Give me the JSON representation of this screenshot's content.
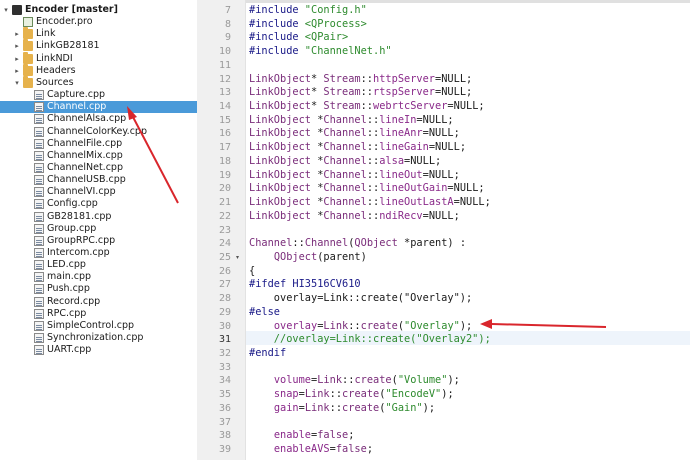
{
  "project_tree": {
    "items": [
      {
        "label": "Encoder [master]",
        "depth": 0,
        "arrow": "▾",
        "icon": "project-icon",
        "bold": true,
        "selected": false
      },
      {
        "label": "Encoder.pro",
        "depth": 1,
        "arrow": "",
        "icon": "pro-file-icon",
        "bold": false,
        "selected": false
      },
      {
        "label": "Link",
        "depth": 1,
        "arrow": "▸",
        "icon": "folder-icon",
        "bold": false,
        "selected": false
      },
      {
        "label": "LinkGB28181",
        "depth": 1,
        "arrow": "▸",
        "icon": "folder-icon",
        "bold": false,
        "selected": false
      },
      {
        "label": "LinkNDI",
        "depth": 1,
        "arrow": "▸",
        "icon": "folder-icon",
        "bold": false,
        "selected": false
      },
      {
        "label": "Headers",
        "depth": 1,
        "arrow": "▸",
        "icon": "folder-icon",
        "bold": false,
        "selected": false
      },
      {
        "label": "Sources",
        "depth": 1,
        "arrow": "▾",
        "icon": "folder-icon",
        "bold": false,
        "selected": false
      },
      {
        "label": "Capture.cpp",
        "depth": 2,
        "arrow": "",
        "icon": "cpp-file-icon",
        "bold": false,
        "selected": false
      },
      {
        "label": "Channel.cpp",
        "depth": 2,
        "arrow": "",
        "icon": "cpp-file-icon",
        "bold": false,
        "selected": true
      },
      {
        "label": "ChannelAlsa.cpp",
        "depth": 2,
        "arrow": "",
        "icon": "cpp-file-icon",
        "bold": false,
        "selected": false
      },
      {
        "label": "ChannelColorKey.cpp",
        "depth": 2,
        "arrow": "",
        "icon": "cpp-file-icon",
        "bold": false,
        "selected": false
      },
      {
        "label": "ChannelFile.cpp",
        "depth": 2,
        "arrow": "",
        "icon": "cpp-file-icon",
        "bold": false,
        "selected": false
      },
      {
        "label": "ChannelMix.cpp",
        "depth": 2,
        "arrow": "",
        "icon": "cpp-file-icon",
        "bold": false,
        "selected": false
      },
      {
        "label": "ChannelNet.cpp",
        "depth": 2,
        "arrow": "",
        "icon": "cpp-file-icon",
        "bold": false,
        "selected": false
      },
      {
        "label": "ChannelUSB.cpp",
        "depth": 2,
        "arrow": "",
        "icon": "cpp-file-icon",
        "bold": false,
        "selected": false
      },
      {
        "label": "ChannelVI.cpp",
        "depth": 2,
        "arrow": "",
        "icon": "cpp-file-icon",
        "bold": false,
        "selected": false
      },
      {
        "label": "Config.cpp",
        "depth": 2,
        "arrow": "",
        "icon": "cpp-file-icon",
        "bold": false,
        "selected": false
      },
      {
        "label": "GB28181.cpp",
        "depth": 2,
        "arrow": "",
        "icon": "cpp-file-icon",
        "bold": false,
        "selected": false
      },
      {
        "label": "Group.cpp",
        "depth": 2,
        "arrow": "",
        "icon": "cpp-file-icon",
        "bold": false,
        "selected": false
      },
      {
        "label": "GroupRPC.cpp",
        "depth": 2,
        "arrow": "",
        "icon": "cpp-file-icon",
        "bold": false,
        "selected": false
      },
      {
        "label": "Intercom.cpp",
        "depth": 2,
        "arrow": "",
        "icon": "cpp-file-icon",
        "bold": false,
        "selected": false
      },
      {
        "label": "LED.cpp",
        "depth": 2,
        "arrow": "",
        "icon": "cpp-file-icon",
        "bold": false,
        "selected": false
      },
      {
        "label": "main.cpp",
        "depth": 2,
        "arrow": "",
        "icon": "cpp-file-icon",
        "bold": false,
        "selected": false
      },
      {
        "label": "Push.cpp",
        "depth": 2,
        "arrow": "",
        "icon": "cpp-file-icon",
        "bold": false,
        "selected": false
      },
      {
        "label": "Record.cpp",
        "depth": 2,
        "arrow": "",
        "icon": "cpp-file-icon",
        "bold": false,
        "selected": false
      },
      {
        "label": "RPC.cpp",
        "depth": 2,
        "arrow": "",
        "icon": "cpp-file-icon",
        "bold": false,
        "selected": false
      },
      {
        "label": "SimpleControl.cpp",
        "depth": 2,
        "arrow": "",
        "icon": "cpp-file-icon",
        "bold": false,
        "selected": false
      },
      {
        "label": "Synchronization.cpp",
        "depth": 2,
        "arrow": "",
        "icon": "cpp-file-icon",
        "bold": false,
        "selected": false
      },
      {
        "label": "UART.cpp",
        "depth": 2,
        "arrow": "",
        "icon": "cpp-file-icon",
        "bold": false,
        "selected": false
      }
    ]
  },
  "editor": {
    "current_line": "31",
    "lines": [
      {
        "num": "7",
        "fold": "",
        "tokens": [
          {
            "t": "#include ",
            "c": "pp"
          },
          {
            "t": "\"Config.h\"",
            "c": "str"
          }
        ]
      },
      {
        "num": "8",
        "fold": "",
        "tokens": [
          {
            "t": "#include ",
            "c": "pp"
          },
          {
            "t": "<QProcess>",
            "c": "str"
          }
        ]
      },
      {
        "num": "9",
        "fold": "",
        "tokens": [
          {
            "t": "#include ",
            "c": "pp"
          },
          {
            "t": "<QPair>",
            "c": "str"
          }
        ]
      },
      {
        "num": "10",
        "fold": "",
        "tokens": [
          {
            "t": "#include ",
            "c": "pp"
          },
          {
            "t": "\"ChannelNet.h\"",
            "c": "str"
          }
        ]
      },
      {
        "num": "11",
        "fold": "",
        "tokens": []
      },
      {
        "num": "12",
        "fold": "",
        "tokens": [
          {
            "t": "LinkObject",
            "c": "ty"
          },
          {
            "t": "* ",
            "c": ""
          },
          {
            "t": "Stream",
            "c": "ty"
          },
          {
            "t": "::",
            "c": ""
          },
          {
            "t": "httpServer",
            "c": "var"
          },
          {
            "t": "=NULL;",
            "c": ""
          }
        ]
      },
      {
        "num": "13",
        "fold": "",
        "tokens": [
          {
            "t": "LinkObject",
            "c": "ty"
          },
          {
            "t": "* ",
            "c": ""
          },
          {
            "t": "Stream",
            "c": "ty"
          },
          {
            "t": "::",
            "c": ""
          },
          {
            "t": "rtspServer",
            "c": "var"
          },
          {
            "t": "=NULL;",
            "c": ""
          }
        ]
      },
      {
        "num": "14",
        "fold": "",
        "tokens": [
          {
            "t": "LinkObject",
            "c": "ty"
          },
          {
            "t": "* ",
            "c": ""
          },
          {
            "t": "Stream",
            "c": "ty"
          },
          {
            "t": "::",
            "c": ""
          },
          {
            "t": "webrtcServer",
            "c": "var"
          },
          {
            "t": "=NULL;",
            "c": ""
          }
        ]
      },
      {
        "num": "15",
        "fold": "",
        "tokens": [
          {
            "t": "LinkObject",
            "c": "ty"
          },
          {
            "t": " *",
            "c": ""
          },
          {
            "t": "Channel",
            "c": "ty"
          },
          {
            "t": "::",
            "c": ""
          },
          {
            "t": "lineIn",
            "c": "var"
          },
          {
            "t": "=NULL;",
            "c": ""
          }
        ]
      },
      {
        "num": "16",
        "fold": "",
        "tokens": [
          {
            "t": "LinkObject",
            "c": "ty"
          },
          {
            "t": " *",
            "c": ""
          },
          {
            "t": "Channel",
            "c": "ty"
          },
          {
            "t": "::",
            "c": ""
          },
          {
            "t": "lineAnr",
            "c": "var"
          },
          {
            "t": "=NULL;",
            "c": ""
          }
        ]
      },
      {
        "num": "17",
        "fold": "",
        "tokens": [
          {
            "t": "LinkObject",
            "c": "ty"
          },
          {
            "t": " *",
            "c": ""
          },
          {
            "t": "Channel",
            "c": "ty"
          },
          {
            "t": "::",
            "c": ""
          },
          {
            "t": "lineGain",
            "c": "var"
          },
          {
            "t": "=NULL;",
            "c": ""
          }
        ]
      },
      {
        "num": "18",
        "fold": "",
        "tokens": [
          {
            "t": "LinkObject",
            "c": "ty"
          },
          {
            "t": " *",
            "c": ""
          },
          {
            "t": "Channel",
            "c": "ty"
          },
          {
            "t": "::",
            "c": ""
          },
          {
            "t": "alsa",
            "c": "var"
          },
          {
            "t": "=NULL;",
            "c": ""
          }
        ]
      },
      {
        "num": "19",
        "fold": "",
        "tokens": [
          {
            "t": "LinkObject",
            "c": "ty"
          },
          {
            "t": " *",
            "c": ""
          },
          {
            "t": "Channel",
            "c": "ty"
          },
          {
            "t": "::",
            "c": ""
          },
          {
            "t": "lineOut",
            "c": "var"
          },
          {
            "t": "=NULL;",
            "c": ""
          }
        ]
      },
      {
        "num": "20",
        "fold": "",
        "tokens": [
          {
            "t": "LinkObject",
            "c": "ty"
          },
          {
            "t": " *",
            "c": ""
          },
          {
            "t": "Channel",
            "c": "ty"
          },
          {
            "t": "::",
            "c": ""
          },
          {
            "t": "lineOutGain",
            "c": "var"
          },
          {
            "t": "=NULL;",
            "c": ""
          }
        ]
      },
      {
        "num": "21",
        "fold": "",
        "tokens": [
          {
            "t": "LinkObject",
            "c": "ty"
          },
          {
            "t": " *",
            "c": ""
          },
          {
            "t": "Channel",
            "c": "ty"
          },
          {
            "t": "::",
            "c": ""
          },
          {
            "t": "lineOutLastA",
            "c": "var"
          },
          {
            "t": "=NULL;",
            "c": ""
          }
        ]
      },
      {
        "num": "22",
        "fold": "",
        "tokens": [
          {
            "t": "LinkObject",
            "c": "ty"
          },
          {
            "t": " *",
            "c": ""
          },
          {
            "t": "Channel",
            "c": "ty"
          },
          {
            "t": "::",
            "c": ""
          },
          {
            "t": "ndiRecv",
            "c": "var"
          },
          {
            "t": "=NULL;",
            "c": ""
          }
        ]
      },
      {
        "num": "23",
        "fold": "",
        "tokens": []
      },
      {
        "num": "24",
        "fold": "",
        "tokens": [
          {
            "t": "Channel",
            "c": "ty"
          },
          {
            "t": "::",
            "c": ""
          },
          {
            "t": "Channel",
            "c": "kw"
          },
          {
            "t": "(",
            "c": ""
          },
          {
            "t": "QObject",
            "c": "ty"
          },
          {
            "t": " *parent) :",
            "c": ""
          }
        ]
      },
      {
        "num": "25",
        "fold": "▾",
        "tokens": [
          {
            "t": "    ",
            "c": ""
          },
          {
            "t": "QObject",
            "c": "ty"
          },
          {
            "t": "(parent)",
            "c": ""
          }
        ]
      },
      {
        "num": "26",
        "fold": "",
        "tokens": [
          {
            "t": "{",
            "c": ""
          }
        ]
      },
      {
        "num": "27",
        "fold": "",
        "tokens": [
          {
            "t": "#ifdef HI3516CV610",
            "c": "pp"
          }
        ]
      },
      {
        "num": "28",
        "fold": "",
        "tokens": [
          {
            "t": "    overlay=Link::create(\"Overlay\");",
            "c": ""
          }
        ]
      },
      {
        "num": "29",
        "fold": "",
        "tokens": [
          {
            "t": "#else",
            "c": "pp"
          }
        ]
      },
      {
        "num": "30",
        "fold": "",
        "tokens": [
          {
            "t": "    ",
            "c": ""
          },
          {
            "t": "overlay",
            "c": "var"
          },
          {
            "t": "=",
            "c": ""
          },
          {
            "t": "Link",
            "c": "ty"
          },
          {
            "t": "::",
            "c": ""
          },
          {
            "t": "create",
            "c": "kw"
          },
          {
            "t": "(",
            "c": ""
          },
          {
            "t": "\"Overlay\"",
            "c": "str"
          },
          {
            "t": ");",
            "c": ""
          }
        ]
      },
      {
        "num": "31",
        "fold": "",
        "tokens": [
          {
            "t": "    //overlay=Link::create(\"Overlay2\");",
            "c": "cm"
          }
        ]
      },
      {
        "num": "32",
        "fold": "",
        "tokens": [
          {
            "t": "#endif",
            "c": "pp"
          }
        ]
      },
      {
        "num": "33",
        "fold": "",
        "tokens": []
      },
      {
        "num": "34",
        "fold": "",
        "tokens": [
          {
            "t": "    ",
            "c": ""
          },
          {
            "t": "volume",
            "c": "var"
          },
          {
            "t": "=",
            "c": ""
          },
          {
            "t": "Link",
            "c": "ty"
          },
          {
            "t": "::",
            "c": ""
          },
          {
            "t": "create",
            "c": "kw"
          },
          {
            "t": "(",
            "c": ""
          },
          {
            "t": "\"Volume\"",
            "c": "str"
          },
          {
            "t": ");",
            "c": ""
          }
        ]
      },
      {
        "num": "35",
        "fold": "",
        "tokens": [
          {
            "t": "    ",
            "c": ""
          },
          {
            "t": "snap",
            "c": "var"
          },
          {
            "t": "=",
            "c": ""
          },
          {
            "t": "Link",
            "c": "ty"
          },
          {
            "t": "::",
            "c": ""
          },
          {
            "t": "create",
            "c": "kw"
          },
          {
            "t": "(",
            "c": ""
          },
          {
            "t": "\"EncodeV\"",
            "c": "str"
          },
          {
            "t": ");",
            "c": ""
          }
        ]
      },
      {
        "num": "36",
        "fold": "",
        "tokens": [
          {
            "t": "    ",
            "c": ""
          },
          {
            "t": "gain",
            "c": "var"
          },
          {
            "t": "=",
            "c": ""
          },
          {
            "t": "Link",
            "c": "ty"
          },
          {
            "t": "::",
            "c": ""
          },
          {
            "t": "create",
            "c": "kw"
          },
          {
            "t": "(",
            "c": ""
          },
          {
            "t": "\"Gain\"",
            "c": "str"
          },
          {
            "t": ");",
            "c": ""
          }
        ]
      },
      {
        "num": "37",
        "fold": "",
        "tokens": []
      },
      {
        "num": "38",
        "fold": "",
        "tokens": [
          {
            "t": "    ",
            "c": ""
          },
          {
            "t": "enable",
            "c": "var"
          },
          {
            "t": "=",
            "c": ""
          },
          {
            "t": "false",
            "c": "kw"
          },
          {
            "t": ";",
            "c": ""
          }
        ]
      },
      {
        "num": "39",
        "fold": "",
        "tokens": [
          {
            "t": "    ",
            "c": ""
          },
          {
            "t": "enableAVS",
            "c": "var"
          },
          {
            "t": "=",
            "c": ""
          },
          {
            "t": "false",
            "c": "kw"
          },
          {
            "t": ";",
            "c": ""
          }
        ]
      }
    ]
  },
  "annotation": {
    "color": "#d9262c",
    "arrows": [
      "arrow-to-channel-cpp",
      "arrow-to-overlay-line"
    ]
  }
}
